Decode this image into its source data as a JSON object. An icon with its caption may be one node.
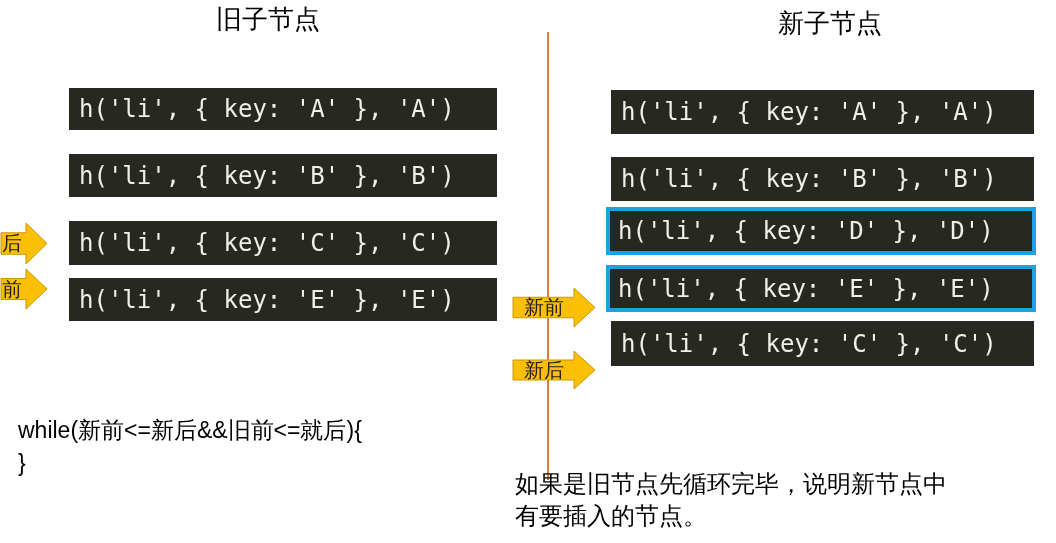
{
  "diagram": {
    "nodes": [
      {
        "text": [
          "h('li', { key: 'A' }, 'A')"
        ]
      },
      {
        "text": [
          "h('li', { key: 'B' }, 'B')"
        ]
      },
      {
        "text": [
          "h('li', { key: 'C' }, 'C')"
        ]
      },
      {
        "text": [
          "h('li', { key: 'E' }, 'E')"
        ]
      },
      {
        "text": [
          "h('li', { key: 'A' }, 'A')"
        ]
      },
      {
        "text": [
          "h('li', { key: 'B' }, 'B')"
        ]
      },
      {
        "text": [
          "h('li', { key: 'D' }, 'D')"
        ]
      },
      {
        "text": [
          "h('li', { key: 'E' }, 'E')"
        ]
      },
      {
        "text": [
          "h('li', { key: 'C' }, 'C')"
        ]
      },
      {
        "text": [
          "后"
        ]
      },
      {
        "text": [
          "前"
        ]
      },
      {
        "text": [
          "新前"
        ]
      },
      {
        "text": [
          "新后"
        ]
      }
    ],
    "labels": [
      "旧子节点",
      "新子节点",
      "while(新前<=新后&&旧前<=就后){",
      "}",
      "如果是旧节点先循环完毕，说明新节点中有要插入的节点。"
    ]
  }
}
